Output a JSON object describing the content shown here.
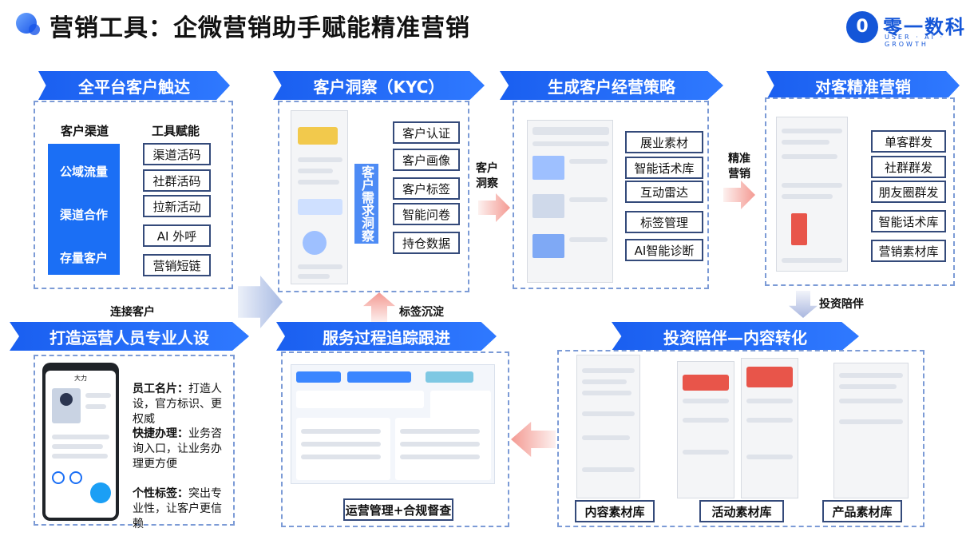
{
  "header": {
    "title": "营销工具：企微营销助手赋能精准营销",
    "logo_mark": "0",
    "logo_name": "零一数科",
    "logo_sub": "USER · AI · GROWTH"
  },
  "section1": {
    "banner": "全平台客户触达",
    "col1_header": "客户渠道",
    "col2_header": "工具赋能",
    "channels": [
      "公域流量",
      "渠道合作",
      "存量客户"
    ],
    "tools": [
      "渠道活码",
      "社群活码",
      "拉新活动",
      "AI 外呼",
      "营销短链"
    ],
    "caption": "连接客户"
  },
  "section2": {
    "banner": "客户洞察（KYC）",
    "vertical_label": "客户需求洞察",
    "items": [
      "客户认证",
      "客户画像",
      "客户标签",
      "智能问卷",
      "持仓数据"
    ],
    "side_label": "客户洞察",
    "caption": "标签沉淀"
  },
  "section3": {
    "banner": "生成客户经营策略",
    "items": [
      "展业素材",
      "智能话术库",
      "互动雷达",
      "标签管理",
      "AI智能诊断"
    ],
    "side_label": "精准营销"
  },
  "section4": {
    "banner": "对客精准营销",
    "items": [
      "单客群发",
      "社群群发",
      "朋友圈群发",
      "智能话术库",
      "营销素材库"
    ],
    "caption": "投资陪伴"
  },
  "section5": {
    "banner": "打造运营人员专业人设",
    "phone_name": "大力",
    "points": [
      {
        "title": "员工名片：",
        "text": "打造人设，官方标识、更权威"
      },
      {
        "title": "快捷办理：",
        "text": "业务咨询入口，让业务办理更方便"
      },
      {
        "title": "个性标签：",
        "text": "突出专业性，让客户更信赖"
      }
    ]
  },
  "section6": {
    "banner": "服务过程追踪跟进",
    "caption": "运营管理+合规督查"
  },
  "section7": {
    "banner": "投资陪伴—内容转化",
    "libraries": [
      "内容素材库",
      "活动素材库",
      "产品素材库"
    ]
  },
  "colors": {
    "brand_blue": "#1a5ff0",
    "box_border": "#344a7a",
    "dashed_border": "#7c9bd6",
    "arrow_red": "#f07a6e"
  }
}
